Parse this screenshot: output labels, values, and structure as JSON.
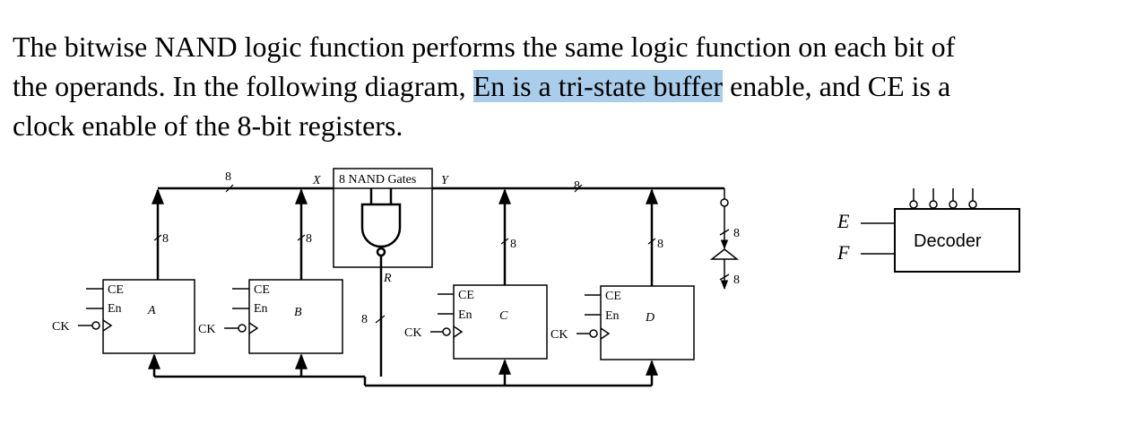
{
  "text": {
    "line1": "The bitwise NAND logic function performs the same logic function on each bit of",
    "line2_start": "the operands. In the following diagram, ",
    "line2_hl": "En is a tri-state buffer",
    "line2_end": " enable, and CE is a",
    "line3": "clock enable of the 8-bit registers."
  },
  "diagram": {
    "nand_label": "8 NAND Gates",
    "x_label": "X",
    "y_label": "Y",
    "r_label": "R",
    "width_label": "8",
    "ce": "CE",
    "en": "En",
    "ck": "CK",
    "registers": [
      "A",
      "B",
      "C",
      "D"
    ],
    "e_label": "E",
    "f_label": "F",
    "decoder_label": "Decoder"
  }
}
